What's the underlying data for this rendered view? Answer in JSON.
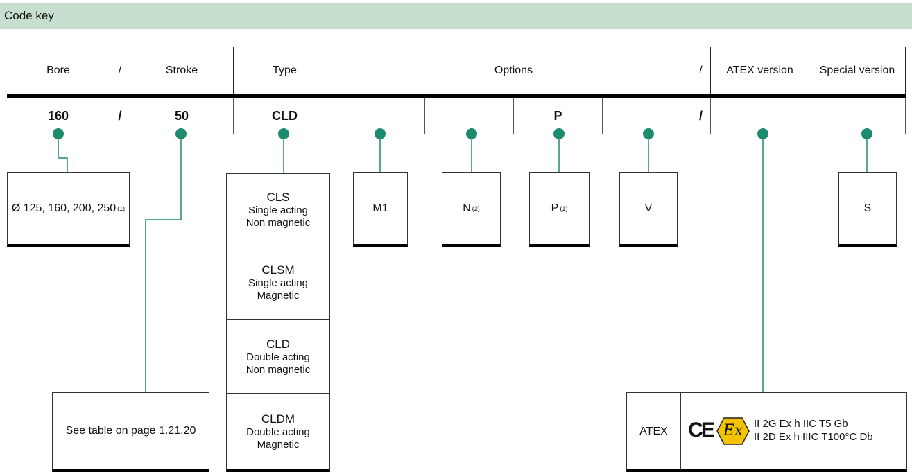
{
  "header": {
    "title": "Code key"
  },
  "columns": {
    "bore": "Bore",
    "sep1": "/",
    "stroke": "Stroke",
    "type": "Type",
    "options": "Options",
    "sep2": "/",
    "atex": "ATEX version",
    "special": "Special version"
  },
  "values": {
    "bore": "160",
    "sep1": "/",
    "stroke": "50",
    "type": "CLD",
    "opt1": "",
    "opt2": "",
    "opt3": "P",
    "opt4": "",
    "sep2": "/",
    "atex": "",
    "special": ""
  },
  "bore_box": {
    "text": "Ø 125, 160, 200, 250",
    "note": "(1)"
  },
  "stroke_box": {
    "text": "See table on page 1.21.20"
  },
  "types": [
    {
      "code": "CLS",
      "line1": "Single acting",
      "line2": "Non magnetic"
    },
    {
      "code": "CLSM",
      "line1": "Single acting",
      "line2": "Magnetic"
    },
    {
      "code": "CLD",
      "line1": "Double acting",
      "line2": "Non magnetic"
    },
    {
      "code": "CLDM",
      "line1": "Double acting",
      "line2": "Magnetic"
    }
  ],
  "options": [
    {
      "code": "M1",
      "note": ""
    },
    {
      "code": "N",
      "note": "(2)"
    },
    {
      "code": "P",
      "note": "(1)"
    },
    {
      "code": "V",
      "note": ""
    }
  ],
  "atex_box": {
    "label": "ATEX",
    "ce_mark": "CE",
    "ex_mark": "Ex",
    "line1": "II 2G Ex h IIC T5 Gb",
    "line2": "II 2D Ex h IIIC T100°C Db"
  },
  "special_box": {
    "code": "S"
  },
  "colors": {
    "accent": "#1e8a6e",
    "title_bg": "#c6dfcf",
    "ex_yellow": "#f2c300"
  }
}
